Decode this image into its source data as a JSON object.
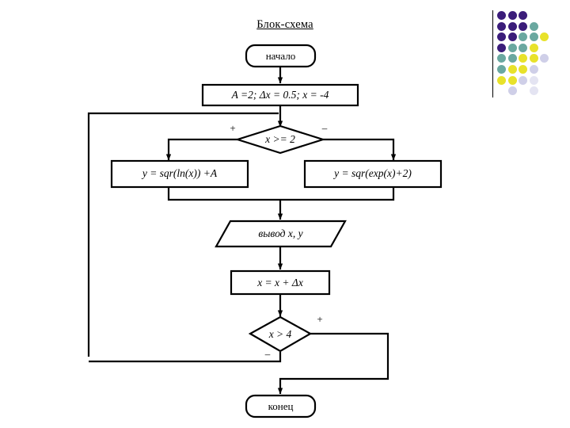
{
  "slide": {
    "title": "Блок-схема",
    "background_color": "#ffffff",
    "line_color": "#000000"
  },
  "flowchart": {
    "type": "flowchart",
    "nodes": [
      {
        "id": "start",
        "shape": "terminator",
        "label": "начало"
      },
      {
        "id": "init",
        "shape": "process",
        "label": "A =2; Δx = 0.5; x = -4"
      },
      {
        "id": "cond1",
        "shape": "decision",
        "label": "x >= 2"
      },
      {
        "id": "calc_t",
        "shape": "process",
        "label": "y = sqr(ln(x)) +A"
      },
      {
        "id": "calc_f",
        "shape": "process",
        "label": "y = sqr(exp(x)+2)"
      },
      {
        "id": "output",
        "shape": "parallelogram",
        "label": "вывод x, y"
      },
      {
        "id": "step",
        "shape": "process",
        "label": "x = x + Δx"
      },
      {
        "id": "cond2",
        "shape": "decision",
        "label": "x > 4"
      },
      {
        "id": "end",
        "shape": "terminator",
        "label": "конец"
      }
    ],
    "branch_labels": {
      "cond1_true": "+",
      "cond1_false": "–",
      "cond2_true": "+",
      "cond2_false": "–"
    }
  },
  "decoration": {
    "rule_color": "#000000",
    "dot_colors": {
      "purple": "#3b1d7a",
      "teal": "#6aa8a0",
      "yellow": "#e8e22a",
      "lavender": "#cfcfe8",
      "pale": "#e4e4f2"
    },
    "dots": [
      {
        "col": 0,
        "row": 0,
        "color": "#3b1d7a"
      },
      {
        "col": 1,
        "row": 0,
        "color": "#3b1d7a"
      },
      {
        "col": 2,
        "row": 0,
        "color": "#3b1d7a"
      },
      {
        "col": 0,
        "row": 1,
        "color": "#3b1d7a"
      },
      {
        "col": 1,
        "row": 1,
        "color": "#3b1d7a"
      },
      {
        "col": 2,
        "row": 1,
        "color": "#3b1d7a"
      },
      {
        "col": 3,
        "row": 1,
        "color": "#6aa8a0"
      },
      {
        "col": 0,
        "row": 2,
        "color": "#3b1d7a"
      },
      {
        "col": 1,
        "row": 2,
        "color": "#3b1d7a"
      },
      {
        "col": 2,
        "row": 2,
        "color": "#6aa8a0"
      },
      {
        "col": 3,
        "row": 2,
        "color": "#6aa8a0"
      },
      {
        "col": 4,
        "row": 2,
        "color": "#e8e22a"
      },
      {
        "col": 0,
        "row": 3,
        "color": "#3b1d7a"
      },
      {
        "col": 1,
        "row": 3,
        "color": "#6aa8a0"
      },
      {
        "col": 2,
        "row": 3,
        "color": "#6aa8a0"
      },
      {
        "col": 3,
        "row": 3,
        "color": "#e8e22a"
      },
      {
        "col": 0,
        "row": 4,
        "color": "#6aa8a0"
      },
      {
        "col": 1,
        "row": 4,
        "color": "#6aa8a0"
      },
      {
        "col": 2,
        "row": 4,
        "color": "#e8e22a"
      },
      {
        "col": 3,
        "row": 4,
        "color": "#e8e22a"
      },
      {
        "col": 4,
        "row": 4,
        "color": "#cfcfe8"
      },
      {
        "col": 0,
        "row": 5,
        "color": "#6aa8a0"
      },
      {
        "col": 1,
        "row": 5,
        "color": "#e8e22a"
      },
      {
        "col": 2,
        "row": 5,
        "color": "#e8e22a"
      },
      {
        "col": 3,
        "row": 5,
        "color": "#cfcfe8"
      },
      {
        "col": 0,
        "row": 6,
        "color": "#e8e22a"
      },
      {
        "col": 1,
        "row": 6,
        "color": "#e8e22a"
      },
      {
        "col": 2,
        "row": 6,
        "color": "#cfcfe8"
      },
      {
        "col": 3,
        "row": 6,
        "color": "#e4e4f2"
      },
      {
        "col": 1,
        "row": 7,
        "color": "#cfcfe8"
      },
      {
        "col": 3,
        "row": 7,
        "color": "#e4e4f2"
      }
    ]
  }
}
